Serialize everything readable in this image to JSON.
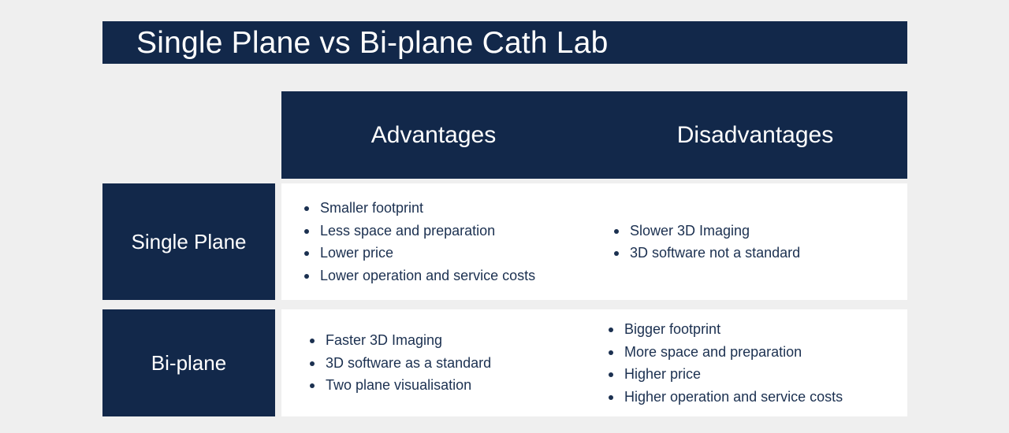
{
  "theme": {
    "navy": "#12284a",
    "background": "#efefef",
    "panel": "#ffffff",
    "text_navy": "#1b3050",
    "text_light": "#ffffff"
  },
  "title": "Single Plane vs Bi-plane Cath Lab",
  "table": {
    "columns": [
      {
        "id": "advantages",
        "label": "Advantages"
      },
      {
        "id": "disadvantages",
        "label": "Disadvantages"
      }
    ],
    "rows": [
      {
        "id": "single-plane",
        "label": "Single Plane",
        "advantages": [
          "Smaller footprint",
          "Less space and preparation",
          "Lower price",
          "Lower operation and service costs"
        ],
        "disadvantages": [
          "Slower 3D Imaging",
          "3D software not a standard"
        ]
      },
      {
        "id": "bi-plane",
        "label": "Bi-plane",
        "advantages": [
          "Faster 3D Imaging",
          "3D software as a standard",
          "Two plane visualisation"
        ],
        "disadvantages": [
          "Bigger footprint",
          "More space and preparation",
          "Higher price",
          "Higher operation and service costs"
        ]
      }
    ]
  }
}
